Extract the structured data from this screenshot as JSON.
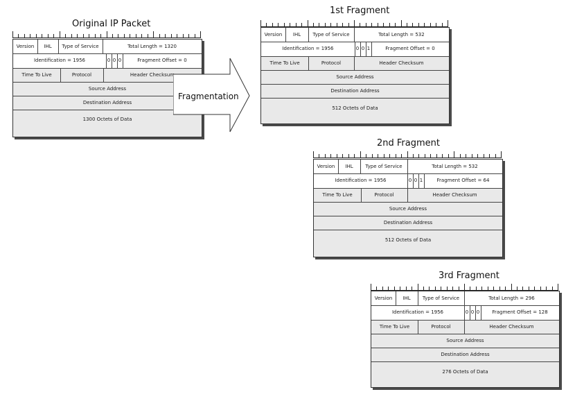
{
  "original": {
    "title": "Original IP Packet",
    "version": "Version",
    "ihl": "IHL",
    "tos": "Type of Service",
    "total_length": "Total Length = 1320",
    "identification": "Identification = 1956",
    "flag1": "0",
    "flag2": "0",
    "flag3": "0",
    "fragment_offset": "Fragment Offset = 0",
    "ttl": "Time To Live",
    "protocol": "Protocol",
    "checksum": "Header Checksum",
    "source": "Source Address",
    "destination": "Destination Address",
    "data": "1300 Octets of Data"
  },
  "arrow": {
    "label": "Fragmentation"
  },
  "fragments": [
    {
      "title": "1st Fragment",
      "version": "Version",
      "ihl": "IHL",
      "tos": "Type of Service",
      "total_length": "Total Length = 532",
      "identification": "Identification = 1956",
      "flag1": "0",
      "flag2": "0",
      "flag3": "1",
      "fragment_offset": "Fragment Offset = 0",
      "ttl": "Time To Live",
      "protocol": "Protocol",
      "checksum": "Header Checksum",
      "source": "Source Address",
      "destination": "Destination Address",
      "data": "512 Octets of Data"
    },
    {
      "title": "2nd Fragment",
      "version": "Version",
      "ihl": "IHL",
      "tos": "Type of Service",
      "total_length": "Total Length = 532",
      "identification": "Identification = 1956",
      "flag1": "0",
      "flag2": "0",
      "flag3": "1",
      "fragment_offset": "Fragment Offset = 64",
      "ttl": "Time To Live",
      "protocol": "Protocol",
      "checksum": "Header Checksum",
      "source": "Source Address",
      "destination": "Destination Address",
      "data": "512 Octets of Data"
    },
    {
      "title": "3rd Fragment",
      "version": "Version",
      "ihl": "IHL",
      "tos": "Type of Service",
      "total_length": "Total Length = 296",
      "identification": "Identification = 1956",
      "flag1": "0",
      "flag2": "0",
      "flag3": "0",
      "fragment_offset": "Fragment Offset = 128",
      "ttl": "Time To Live",
      "protocol": "Protocol",
      "checksum": "Header Checksum",
      "source": "Source Address",
      "destination": "Destination Address",
      "data": "276 Octets of Data"
    }
  ]
}
